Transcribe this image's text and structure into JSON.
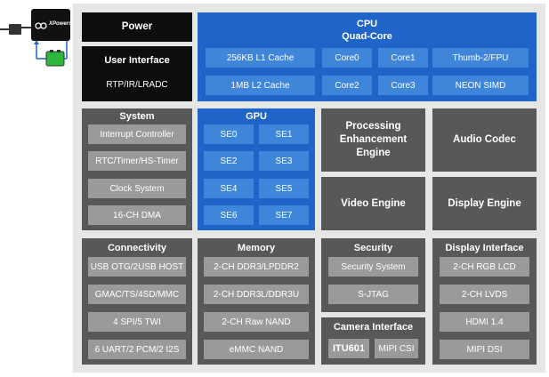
{
  "device": {
    "brand": "XPowers"
  },
  "power": {
    "title": "Power"
  },
  "user_interface": {
    "title": "User Interface",
    "sub": "RTP/IR/LRADC"
  },
  "cpu": {
    "title": "CPU",
    "subtitle": "Quad-Core",
    "cells": [
      "256KB L1 Cache",
      "Core0",
      "Core1",
      "Thumb-2/FPU",
      "1MB L2 Cache",
      "Core2",
      "Core3",
      "NEON SIMD"
    ]
  },
  "system": {
    "title": "System",
    "items": [
      "Interrupt  Controller",
      "RTC/Timer/HS-Timer",
      "Clock System",
      "16-CH DMA"
    ]
  },
  "gpu": {
    "title": "GPU",
    "items": [
      "SE0",
      "SE1",
      "SE2",
      "SE3",
      "SE4",
      "SE5",
      "SE6",
      "SE7"
    ]
  },
  "processing": {
    "line1": "Processing",
    "line2": "Enhancement",
    "line3": "Engine"
  },
  "audio": {
    "title": "Audio Codec"
  },
  "video": {
    "title": "Video Engine"
  },
  "display_engine": {
    "title": "Display Engine"
  },
  "connectivity": {
    "title": "Connectivity",
    "items": [
      "USB OTG/2USB HOST",
      "GMAC/TS/4SD/MMC",
      "4 SPI/5 TWI",
      "6 UART/2 PCM/2 I2S"
    ]
  },
  "memory": {
    "title": "Memory",
    "items": [
      "2-CH DDR3/LPDDR2",
      "2-CH DDR3L/DDR3U",
      "2-CH Raw NAND",
      "eMMC NAND"
    ]
  },
  "security": {
    "title": "Security",
    "items": [
      "Security System",
      "S-JTAG"
    ]
  },
  "camera": {
    "title": "Camera Interface",
    "items": [
      "ITU601",
      "MIPI CSI"
    ]
  },
  "display_interface": {
    "title": "Display Interface",
    "items": [
      "2-CH RGB LCD",
      "2-CH LVDS",
      "HDMI 1.4",
      "MIPI DSI"
    ]
  }
}
